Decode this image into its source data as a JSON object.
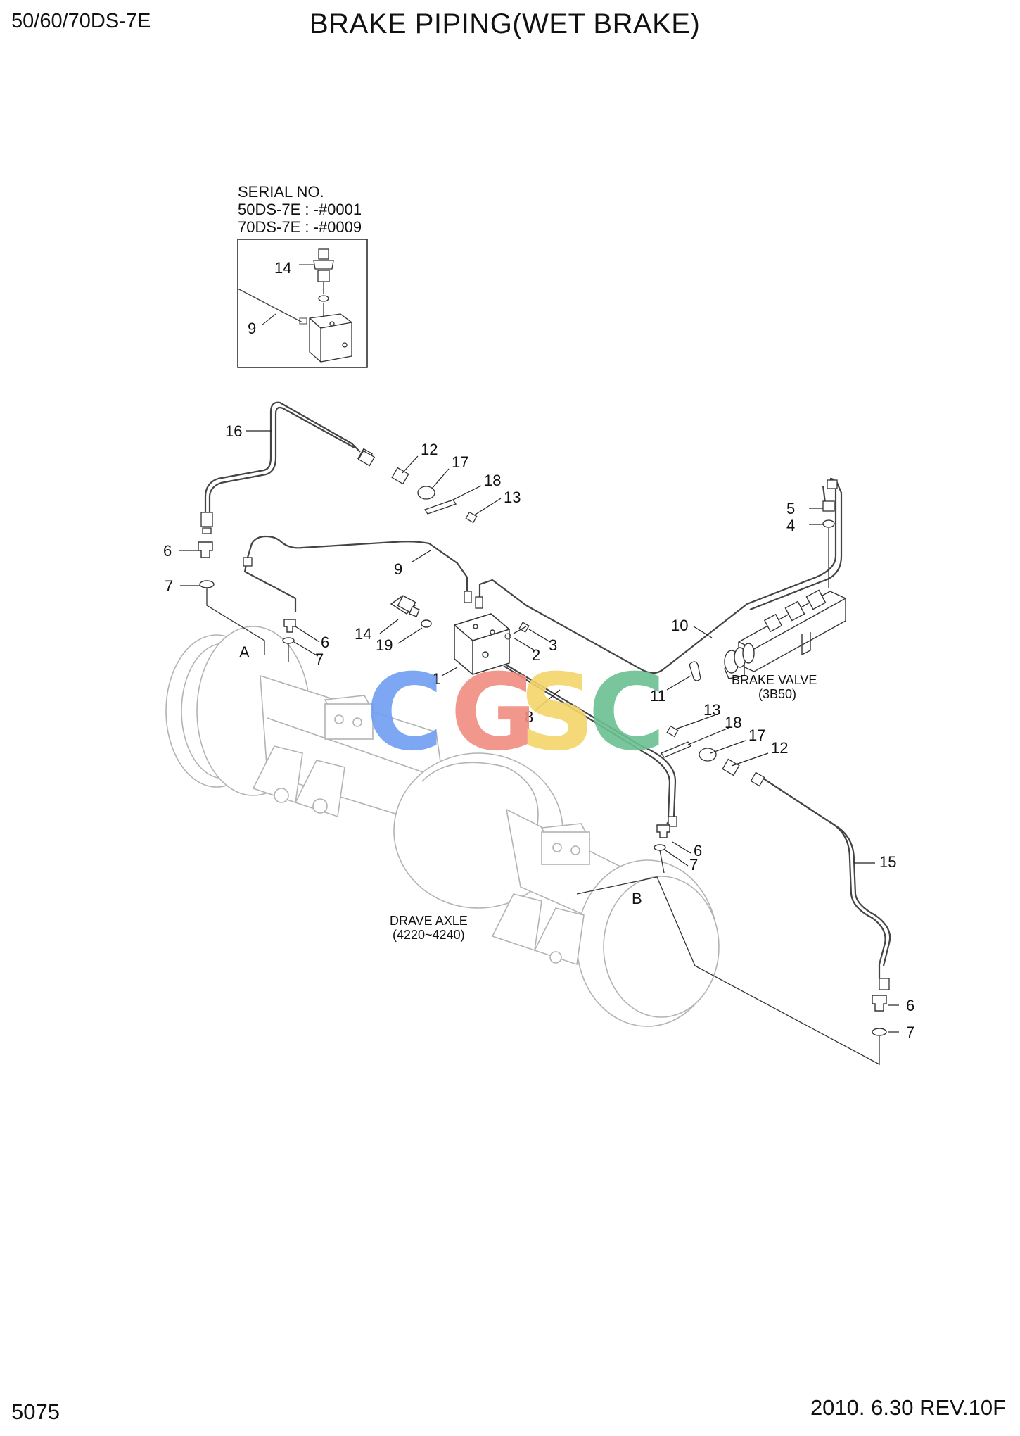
{
  "header": {
    "model": "50/60/70DS-7E",
    "title": "BRAKE PIPING(WET BRAKE)"
  },
  "inset": {
    "serial_title": "SERIAL NO.",
    "serial_line1": "50DS-7E : -#0001",
    "serial_line2": "70DS-7E : -#0009",
    "callouts": [
      "14",
      "9"
    ]
  },
  "callouts": {
    "c16": "16",
    "c12a": "12",
    "c17a": "17",
    "c18a": "18",
    "c13a": "13",
    "c6a": "6",
    "c7a": "7",
    "c9": "9",
    "c6b": "6",
    "c7b": "7",
    "c14": "14",
    "c19": "19",
    "c1": "1",
    "c2": "2",
    "c3": "3",
    "c5": "5",
    "c4": "4",
    "c10": "10",
    "c11": "11",
    "c8": "8",
    "c13b": "13",
    "c18b": "18",
    "c17b": "17",
    "c12b": "12",
    "c6c": "6",
    "c7c": "7",
    "c15": "15",
    "c6d": "6",
    "c7d": "7",
    "pointA": "A",
    "pointB": "B"
  },
  "notes": {
    "brake_valve": "BRAKE VALVE",
    "brake_valve_ref": "(3B50)",
    "axle": "DRAVE AXLE",
    "axle_ref": "(4220~4240)"
  },
  "watermark": {
    "letters": [
      "C",
      "G",
      "S",
      "C"
    ],
    "colors": [
      "#6f9ef2",
      "#f08c80",
      "#f5d46a",
      "#6cc092"
    ]
  },
  "footer": {
    "page": "5075",
    "revision": "2010. 6.30  REV.10F"
  }
}
